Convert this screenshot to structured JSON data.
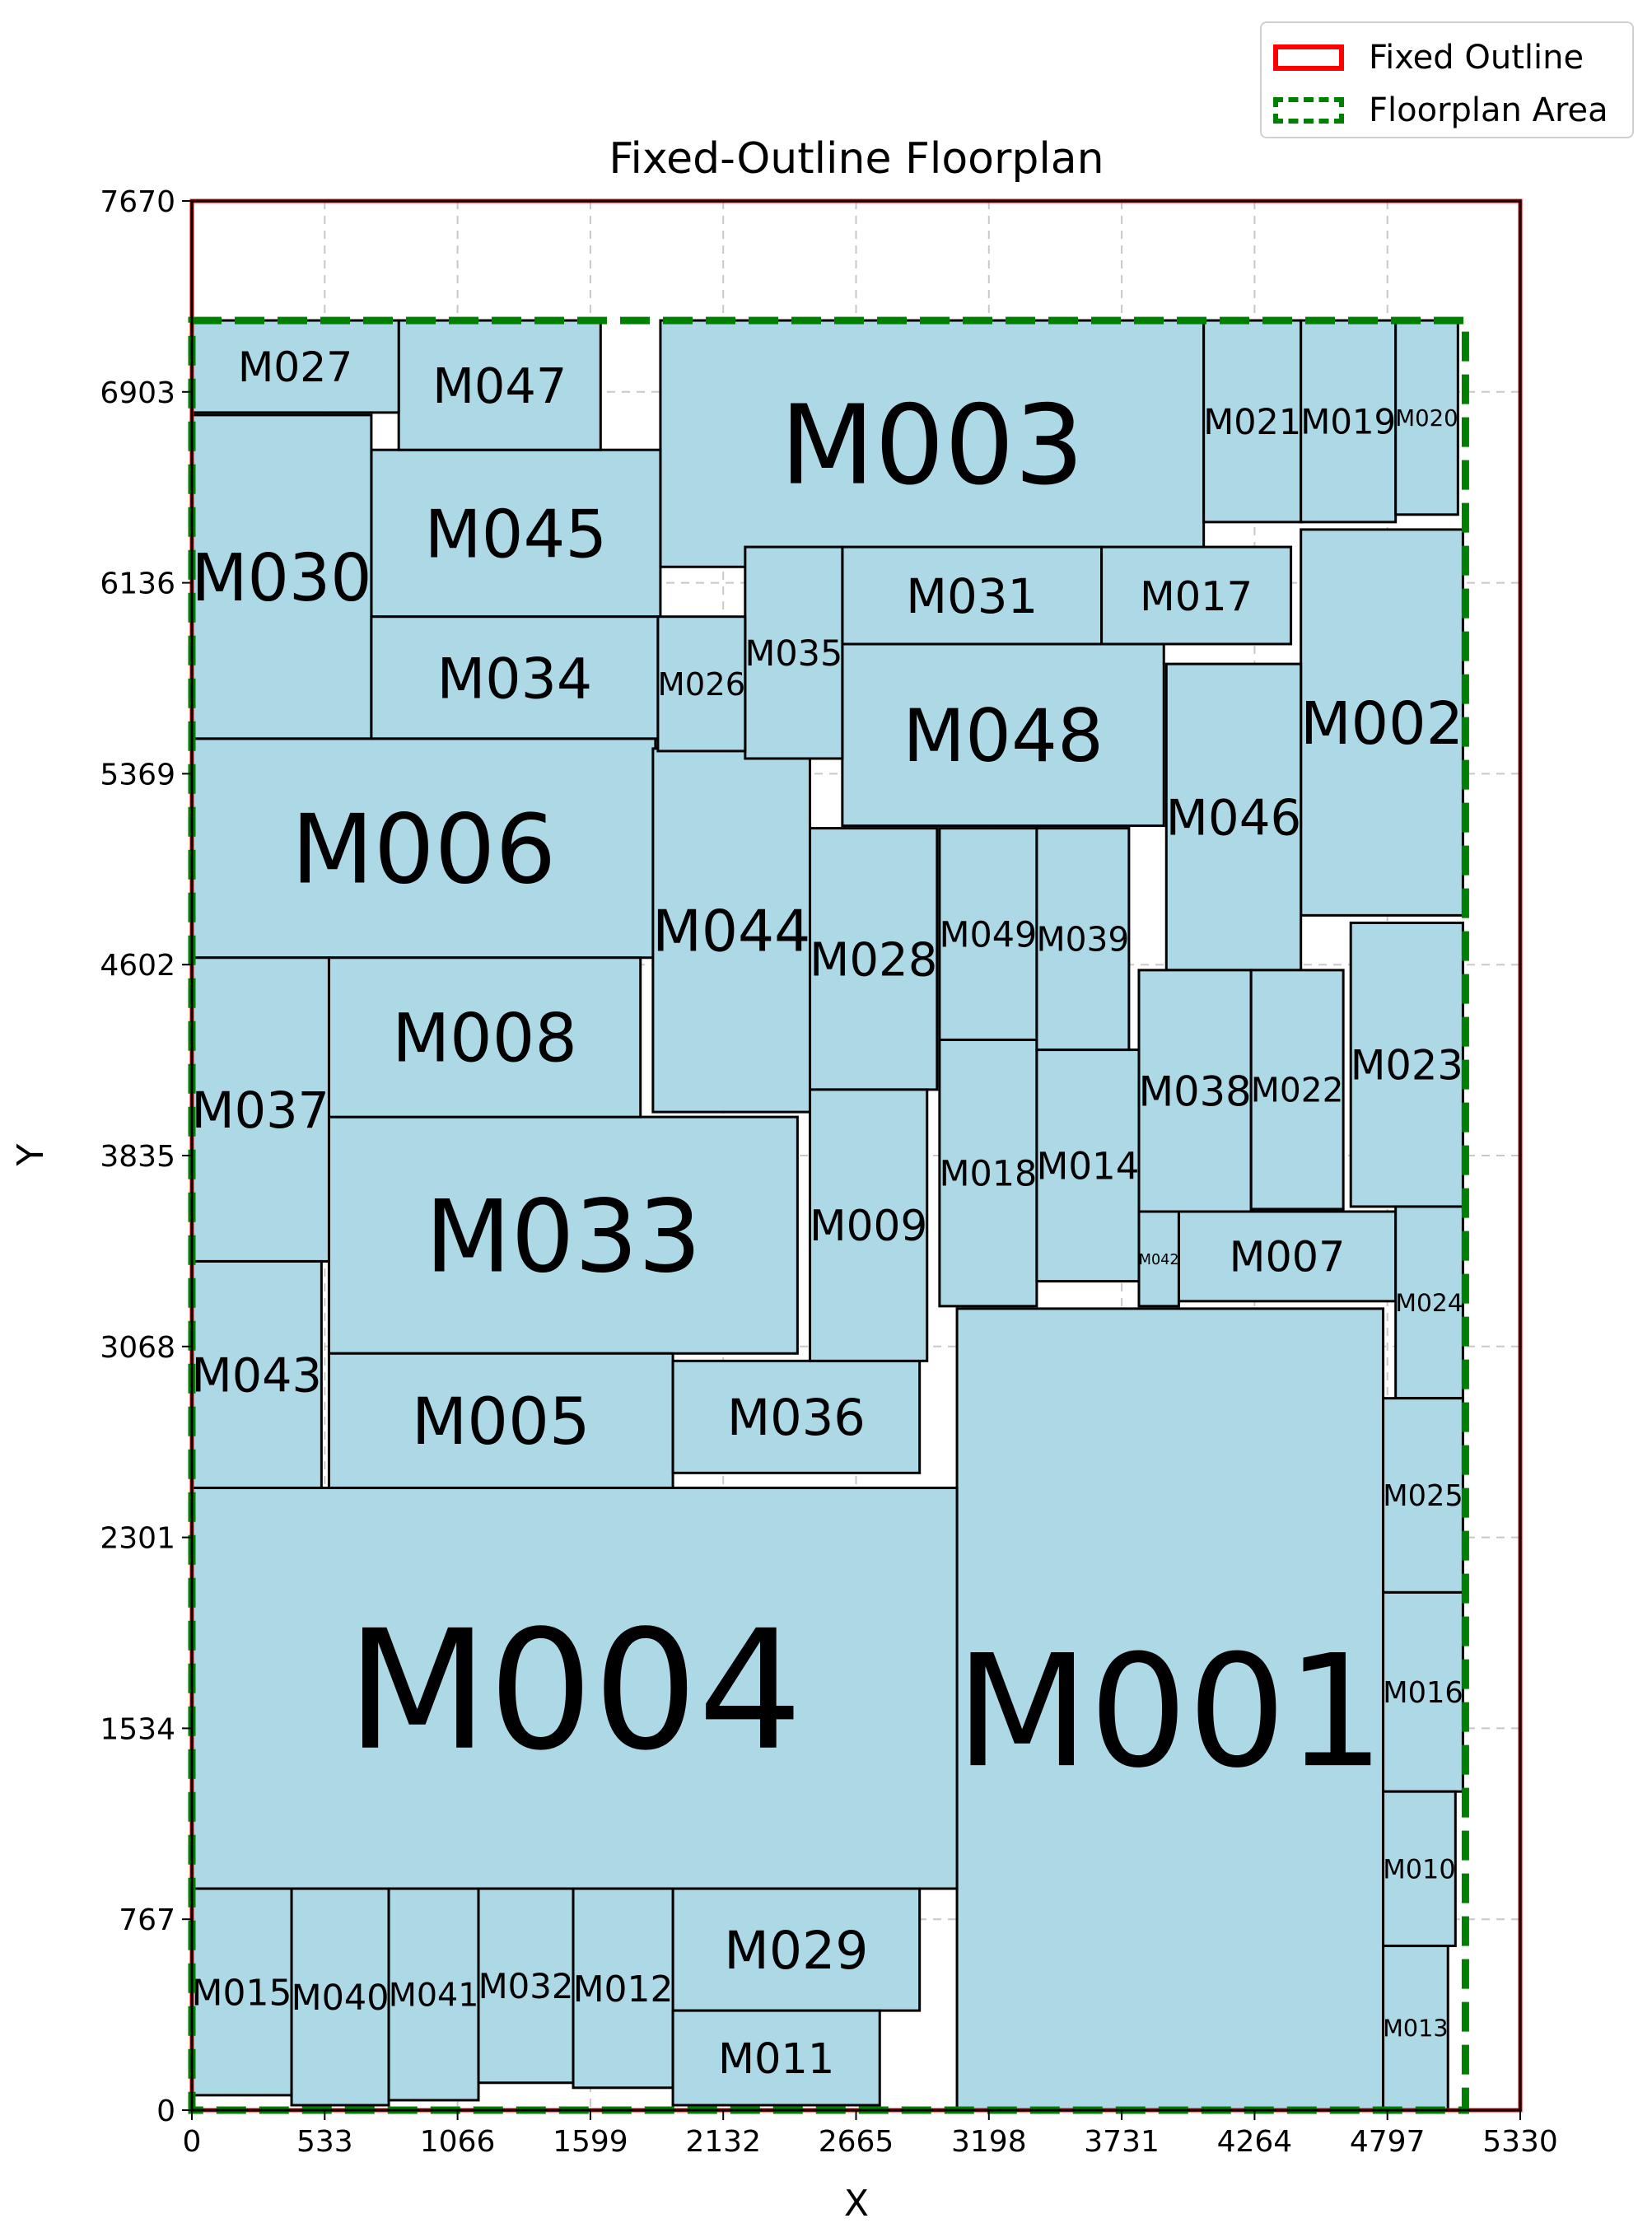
{
  "chart_data": {
    "type": "floorplan",
    "title": "Fixed-Outline Floorplan",
    "xlabel": "X",
    "ylabel": "Y",
    "xlim": [
      0,
      5330
    ],
    "ylim": [
      0,
      7670
    ],
    "xticks": [
      "0",
      "533",
      "1066",
      "1599",
      "2132",
      "2665",
      "3198",
      "3731",
      "4264",
      "4797",
      "5330"
    ],
    "yticks": [
      "0",
      "767",
      "1534",
      "2301",
      "3068",
      "3835",
      "4602",
      "5369",
      "6136",
      "6903",
      "7670"
    ],
    "grid": true,
    "legend_position": "top-right",
    "legend": [
      {
        "label": "Fixed Outline",
        "style": "solid",
        "color": "#ff0000"
      },
      {
        "label": "Floorplan Area",
        "style": "dashed",
        "color": "#008000"
      }
    ],
    "fixed_outline": {
      "x0": 0,
      "y0": 0,
      "x1": 5330,
      "y1": 7670
    },
    "floorplan_area": {
      "x0": 0,
      "y0": 0,
      "x1": 5110,
      "y1": 7190
    },
    "block_fill": "#add8e6",
    "blocks": [
      {
        "name": "M001",
        "x0": 3070,
        "y0": 0,
        "x1": 4780,
        "y1": 3220
      },
      {
        "name": "M004",
        "x0": 0,
        "y0": 890,
        "x1": 3070,
        "y1": 2500
      },
      {
        "name": "M003",
        "x0": 1880,
        "y0": 6200,
        "x1": 4060,
        "y1": 7190
      },
      {
        "name": "M006",
        "x0": 0,
        "y0": 4630,
        "x1": 1860,
        "y1": 5510
      },
      {
        "name": "M033",
        "x0": 550,
        "y0": 3040,
        "x1": 2430,
        "y1": 3990
      },
      {
        "name": "M002",
        "x0": 4450,
        "y0": 4800,
        "x1": 5100,
        "y1": 6350
      },
      {
        "name": "M044",
        "x0": 1850,
        "y0": 4010,
        "x1": 2480,
        "y1": 5470
      },
      {
        "name": "M048",
        "x0": 2610,
        "y0": 5160,
        "x1": 3900,
        "y1": 5890
      },
      {
        "name": "M045",
        "x0": 720,
        "y0": 6000,
        "x1": 1880,
        "y1": 6670
      },
      {
        "name": "M030",
        "x0": 0,
        "y0": 5510,
        "x1": 720,
        "y1": 6810
      },
      {
        "name": "M008",
        "x0": 550,
        "y0": 3990,
        "x1": 1800,
        "y1": 4630
      },
      {
        "name": "M037",
        "x0": 0,
        "y0": 3410,
        "x1": 550,
        "y1": 4630
      },
      {
        "name": "M043",
        "x0": 0,
        "y0": 2500,
        "x1": 520,
        "y1": 3410
      },
      {
        "name": "M005",
        "x0": 550,
        "y0": 2500,
        "x1": 1930,
        "y1": 3040
      },
      {
        "name": "M034",
        "x0": 720,
        "y0": 5510,
        "x1": 1870,
        "y1": 6000
      },
      {
        "name": "M046",
        "x0": 3910,
        "y0": 4580,
        "x1": 4450,
        "y1": 5810
      },
      {
        "name": "M028",
        "x0": 2480,
        "y0": 4100,
        "x1": 2990,
        "y1": 5150
      },
      {
        "name": "M023",
        "x0": 4650,
        "y0": 3630,
        "x1": 5100,
        "y1": 4770
      },
      {
        "name": "M029",
        "x0": 1930,
        "y0": 400,
        "x1": 2920,
        "y1": 890
      },
      {
        "name": "M036",
        "x0": 1930,
        "y0": 2560,
        "x1": 2920,
        "y1": 3010
      },
      {
        "name": "M009",
        "x0": 2480,
        "y0": 3010,
        "x1": 2950,
        "y1": 4100
      },
      {
        "name": "M031",
        "x0": 2610,
        "y0": 5890,
        "x1": 3650,
        "y1": 6280
      },
      {
        "name": "M017",
        "x0": 3650,
        "y0": 5890,
        "x1": 4410,
        "y1": 6280
      },
      {
        "name": "M038",
        "x0": 3800,
        "y0": 3610,
        "x1": 4250,
        "y1": 4580
      },
      {
        "name": "M022",
        "x0": 4250,
        "y0": 3620,
        "x1": 4620,
        "y1": 4580
      },
      {
        "name": "M018",
        "x0": 3000,
        "y0": 3230,
        "x1": 3390,
        "y1": 4300
      },
      {
        "name": "M014",
        "x0": 3390,
        "y0": 3330,
        "x1": 3800,
        "y1": 4260
      },
      {
        "name": "M049",
        "x0": 3000,
        "y0": 4300,
        "x1": 3390,
        "y1": 5150
      },
      {
        "name": "M039",
        "x0": 3390,
        "y0": 4260,
        "x1": 3760,
        "y1": 5150
      },
      {
        "name": "M047",
        "x0": 830,
        "y0": 6670,
        "x1": 1640,
        "y1": 7190
      },
      {
        "name": "M027",
        "x0": 0,
        "y0": 6820,
        "x1": 830,
        "y1": 7190
      },
      {
        "name": "M035",
        "x0": 2220,
        "y0": 5430,
        "x1": 2610,
        "y1": 6280
      },
      {
        "name": "M026",
        "x0": 1870,
        "y0": 5460,
        "x1": 2220,
        "y1": 6000
      },
      {
        "name": "M021",
        "x0": 4060,
        "y0": 6380,
        "x1": 4450,
        "y1": 7190
      },
      {
        "name": "M019",
        "x0": 4450,
        "y0": 6380,
        "x1": 4830,
        "y1": 7190
      },
      {
        "name": "M020",
        "x0": 4830,
        "y0": 6410,
        "x1": 5080,
        "y1": 7190
      },
      {
        "name": "M007",
        "x0": 3960,
        "y0": 3250,
        "x1": 4830,
        "y1": 3610
      },
      {
        "name": "M042",
        "x0": 3800,
        "y0": 3230,
        "x1": 3960,
        "y1": 3610
      },
      {
        "name": "M024",
        "x0": 4830,
        "y0": 2860,
        "x1": 5100,
        "y1": 3630
      },
      {
        "name": "M025",
        "x0": 4780,
        "y0": 2080,
        "x1": 5100,
        "y1": 2860
      },
      {
        "name": "M016",
        "x0": 4780,
        "y0": 1280,
        "x1": 5100,
        "y1": 2080
      },
      {
        "name": "M010",
        "x0": 4780,
        "y0": 660,
        "x1": 5070,
        "y1": 1280
      },
      {
        "name": "M013",
        "x0": 4780,
        "y0": 0,
        "x1": 5040,
        "y1": 660
      },
      {
        "name": "M015",
        "x0": 0,
        "y0": 60,
        "x1": 400,
        "y1": 890
      },
      {
        "name": "M040",
        "x0": 400,
        "y0": 20,
        "x1": 790,
        "y1": 890
      },
      {
        "name": "M041",
        "x0": 790,
        "y0": 40,
        "x1": 1150,
        "y1": 890
      },
      {
        "name": "M032",
        "x0": 1150,
        "y0": 110,
        "x1": 1530,
        "y1": 890
      },
      {
        "name": "M012",
        "x0": 1530,
        "y0": 90,
        "x1": 1930,
        "y1": 890
      },
      {
        "name": "M011",
        "x0": 1930,
        "y0": 20,
        "x1": 2760,
        "y1": 400
      }
    ]
  }
}
